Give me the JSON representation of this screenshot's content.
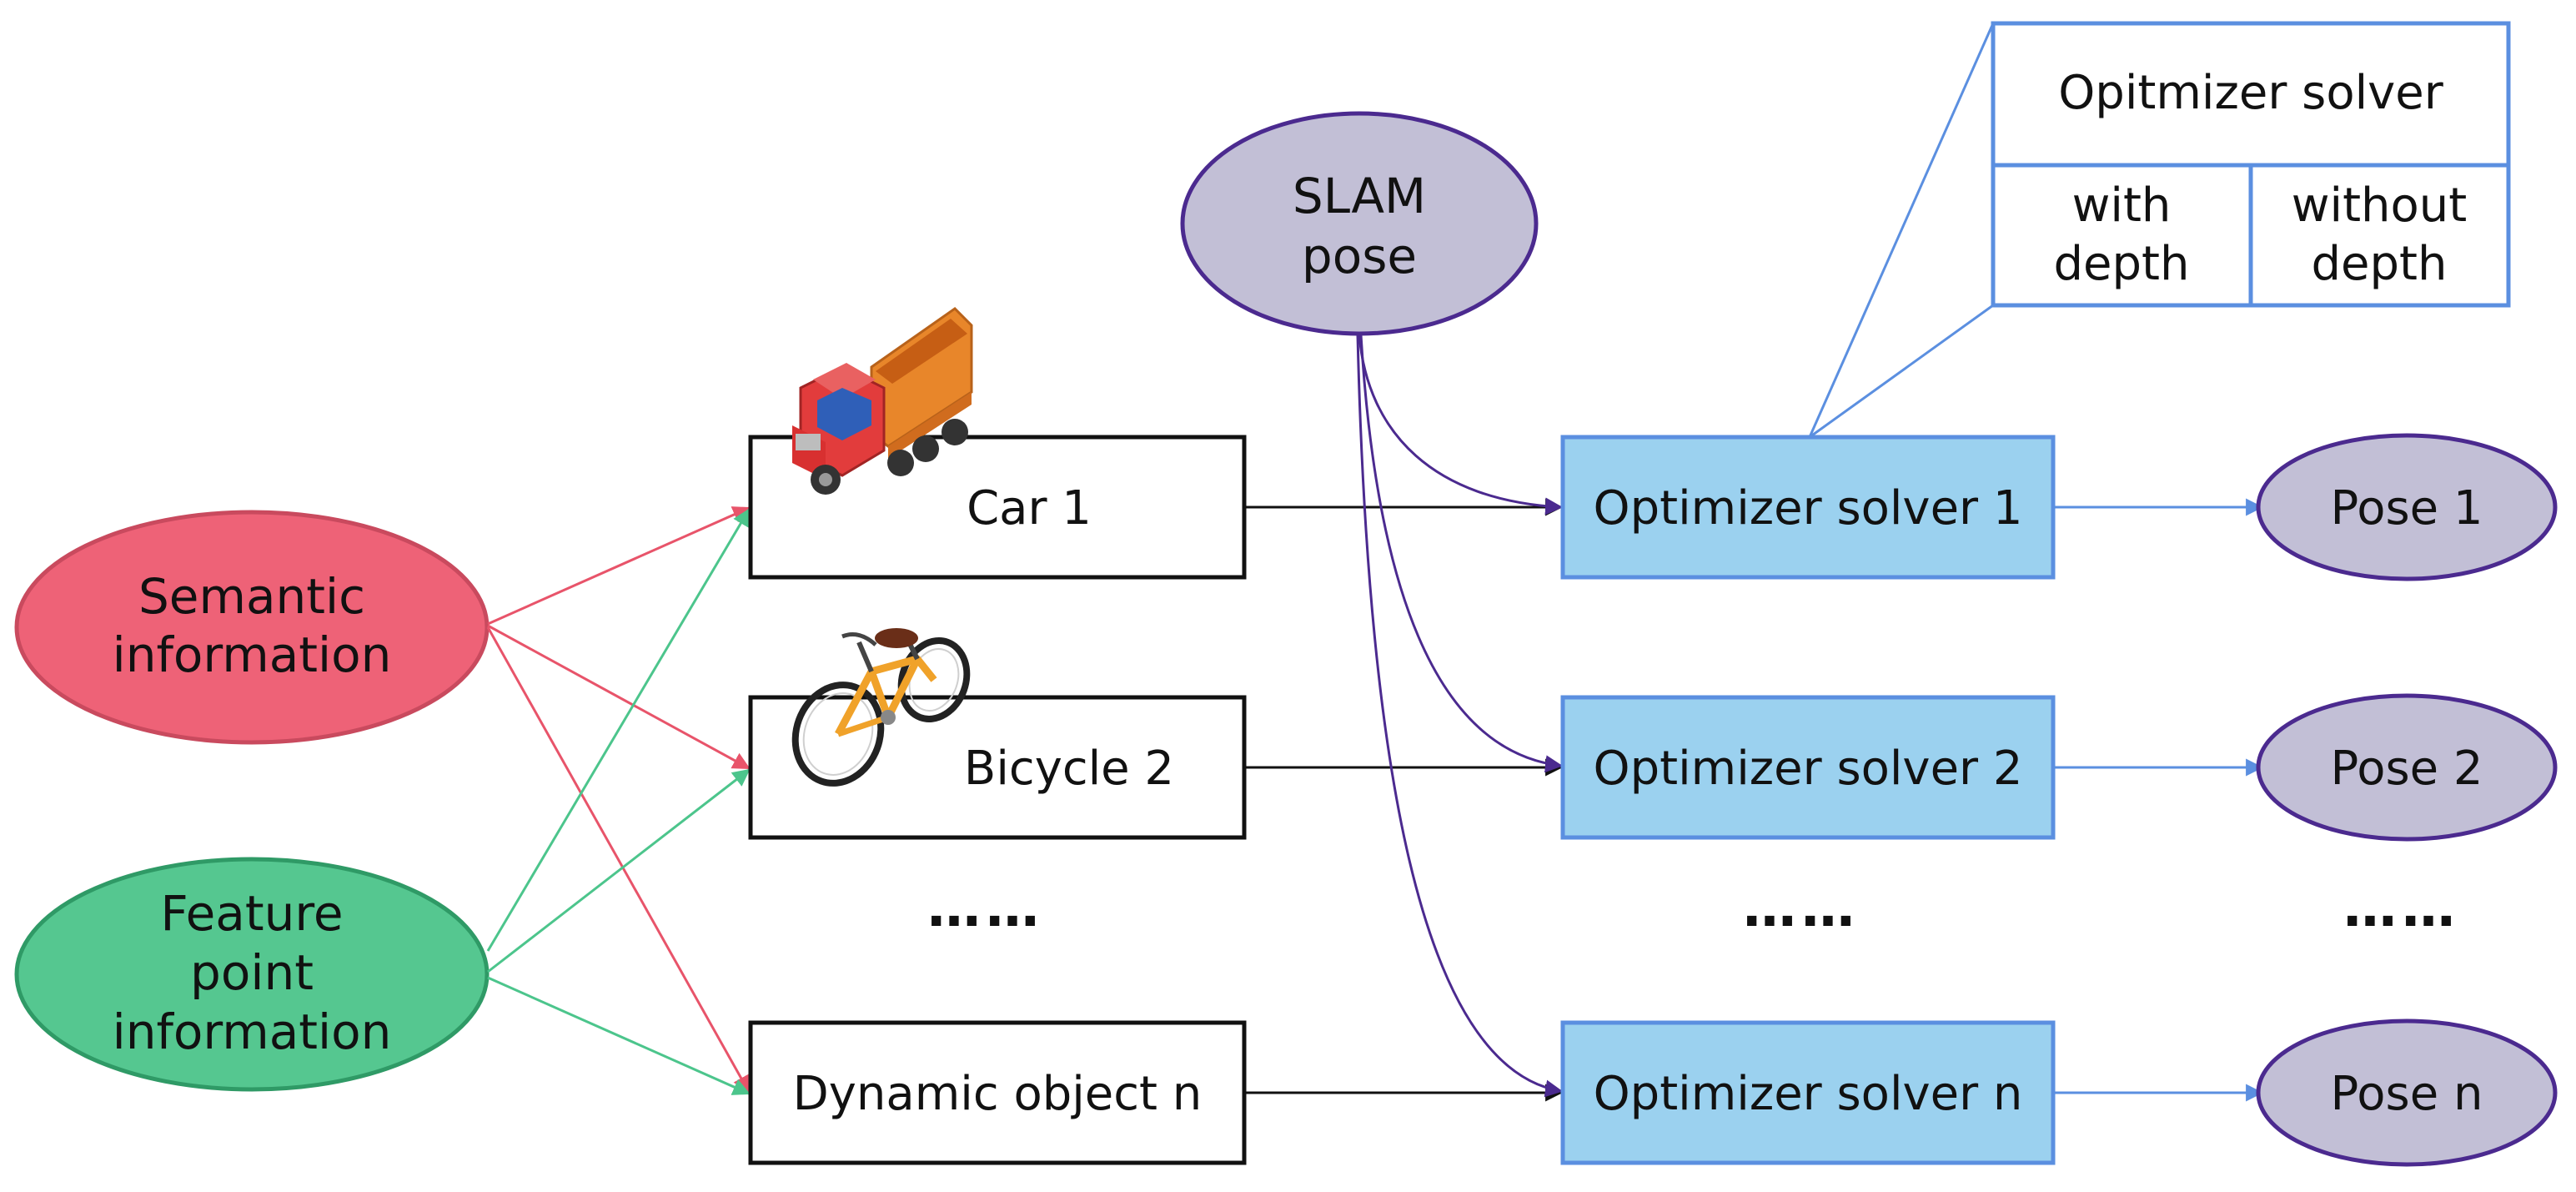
{
  "colors": {
    "semantic_fill": "#ee6277",
    "semantic_stroke": "#c94a5e",
    "feature_fill": "#55c790",
    "feature_stroke": "#2f9a66",
    "ellipse_purple_fill": "#c2bfd6",
    "ellipse_purple_stroke": "#4b2a8f",
    "solver_fill": "#9bd1ef",
    "solver_stroke": "#5b8fe0",
    "red_arrow": "#e8546a",
    "green_arrow": "#4cc58c",
    "purple_arrow": "#4b2a8f",
    "blue_arrow": "#5b8fe0",
    "black": "#111111"
  },
  "inputs": {
    "semantic": [
      "Semantic",
      "information"
    ],
    "feature": [
      "Feature",
      "point",
      "information"
    ]
  },
  "slam": [
    "SLAM",
    "pose"
  ],
  "objects": [
    "Car 1",
    "Bicycle 2",
    "Dynamic  object n"
  ],
  "object_ellipsis": "……",
  "solvers": [
    "Optimizer solver 1",
    "Optimizer solver 2",
    "Optimizer solver n"
  ],
  "solver_ellipsis": "……",
  "poses": [
    "Pose 1",
    "Pose 2",
    "Pose n"
  ],
  "pose_ellipsis": "……",
  "solver_detail": {
    "title": "Opitmizer solver",
    "left": [
      "with",
      "depth"
    ],
    "right": [
      "without",
      "depth"
    ]
  },
  "icons": {
    "car": "truck-icon",
    "bicycle": "bicycle-icon"
  }
}
